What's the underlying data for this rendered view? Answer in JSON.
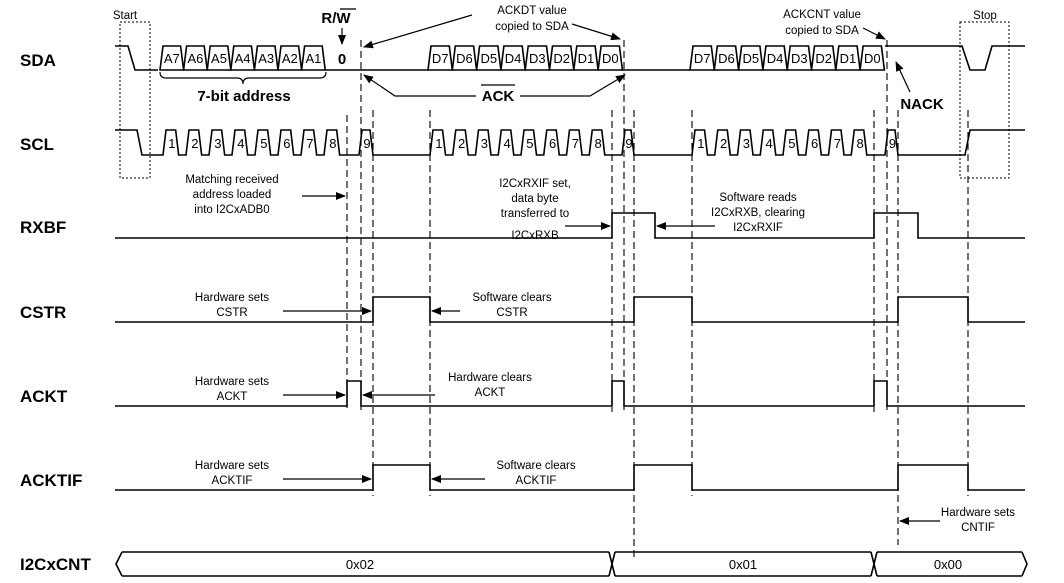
{
  "signals": [
    "SDA",
    "SCL",
    "RXBF",
    "CSTR",
    "ACKT",
    "ACKTIF",
    "I2CxCNT"
  ],
  "markers": {
    "start": "Start",
    "stop": "Stop",
    "rw": "R/W",
    "rw_bar": "W"
  },
  "address_bits": [
    "A7",
    "A6",
    "A5",
    "A4",
    "A3",
    "A2",
    "A1"
  ],
  "rw_value": "0",
  "address_label": "7-bit address",
  "data_bits": [
    "D7",
    "D6",
    "D5",
    "D4",
    "D3",
    "D2",
    "D1",
    "D0"
  ],
  "clock_numbers": [
    "1",
    "2",
    "3",
    "4",
    "5",
    "6",
    "7",
    "8",
    "9"
  ],
  "ack_label": "ACK",
  "nack_label": "NACK",
  "annotations": {
    "ackdt": [
      "ACKDT value",
      "copied to SDA"
    ],
    "ackcnt": [
      "ACKCNT value",
      "copied to SDA"
    ],
    "matching": [
      "Matching received",
      "address loaded",
      "into I2CxADB0"
    ],
    "rxif": [
      "I2CxRXIF set,",
      "data byte",
      "transferred to",
      "I2CxRXB"
    ],
    "sw_reads": [
      "Software reads",
      "I2CxRXB, clearing",
      "I2CxRXIF"
    ],
    "hw_sets_cstr": [
      "Hardware sets",
      "CSTR"
    ],
    "sw_clears_cstr": [
      "Software clears",
      "CSTR"
    ],
    "hw_sets_ackt": [
      "Hardware sets",
      "ACKT"
    ],
    "hw_clears_ackt": [
      "Hardware clears",
      "ACKT"
    ],
    "hw_sets_acktif": [
      "Hardware sets",
      "ACKTIF"
    ],
    "sw_clears_acktif": [
      "Software clears",
      "ACKTIF"
    ],
    "hw_sets_cntif": [
      "Hardware sets",
      "CNTIF"
    ]
  },
  "cnt_values": [
    "0x02",
    "0x01",
    "0x00"
  ]
}
